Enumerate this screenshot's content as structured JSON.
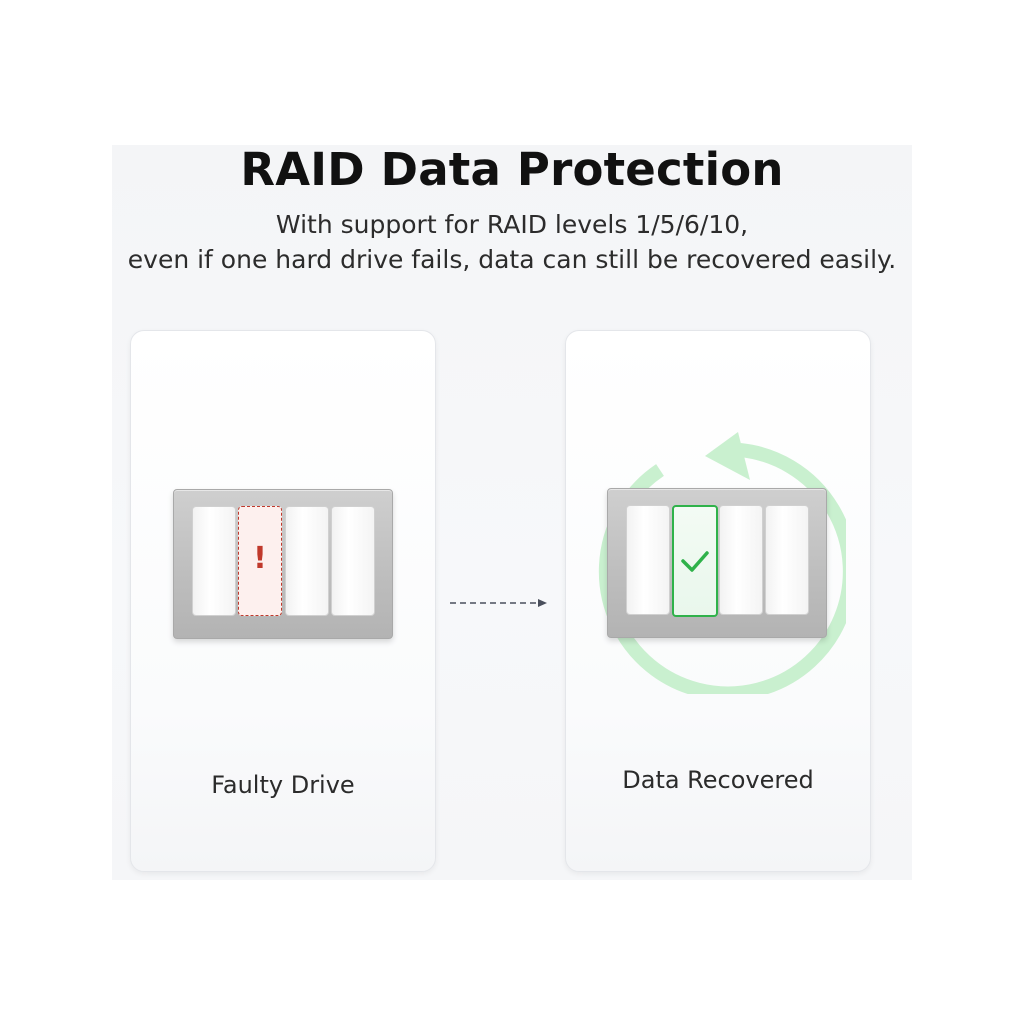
{
  "header": {
    "title": "RAID Data Protection",
    "subtitle_line1": "With support for RAID levels 1/5/6/10,",
    "subtitle_line2": "even if one hard drive fails, data can still be recovered easily."
  },
  "cards": {
    "left": {
      "label": "Faulty Drive",
      "icon": "exclamation-icon"
    },
    "right": {
      "label": "Data Recovered",
      "icon": "checkmark-icon"
    }
  },
  "symbols": {
    "fault_mark": "!"
  },
  "colors": {
    "fault": "#c0392b",
    "recovered": "#2fb24a",
    "ring": "#c9f0cf"
  }
}
